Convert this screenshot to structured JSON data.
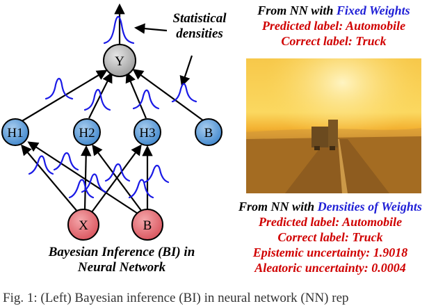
{
  "diagram": {
    "nodes": {
      "y": "Y",
      "h1": "H1",
      "h2": "H2",
      "h3": "H3",
      "hb": "B",
      "x": "X",
      "xb": "B"
    },
    "statistical_densities": [
      "Statistical",
      "densities"
    ],
    "bi_caption": [
      "Bayesian Inference (BI) in",
      "Neural Network"
    ]
  },
  "fixed": {
    "heading_prefix": "From NN with ",
    "heading_highlight": "Fixed Weights",
    "predicted": "Predicted label: Automobile",
    "correct": "Correct label: Truck"
  },
  "densities": {
    "heading_prefix": "From NN with ",
    "heading_highlight": "Densities of Weights",
    "predicted": "Predicted label: Automobile",
    "correct": "Correct label: Truck",
    "epistemic": "Epistemic uncertainty: 1.9018",
    "aleatoric": "Aleatoric uncertainty: 0.0004"
  },
  "caption": "Fig. 1: (Left) Bayesian inference (BI) in neural network (NN) rep",
  "colors": {
    "node_blue": "#5b9bd5",
    "node_gray": "#b4b4b4",
    "node_red": "#e46c73",
    "curve_blue": "#1a1ae6",
    "highlight_blue": "#1f1fd6",
    "text_red": "#d00000"
  }
}
